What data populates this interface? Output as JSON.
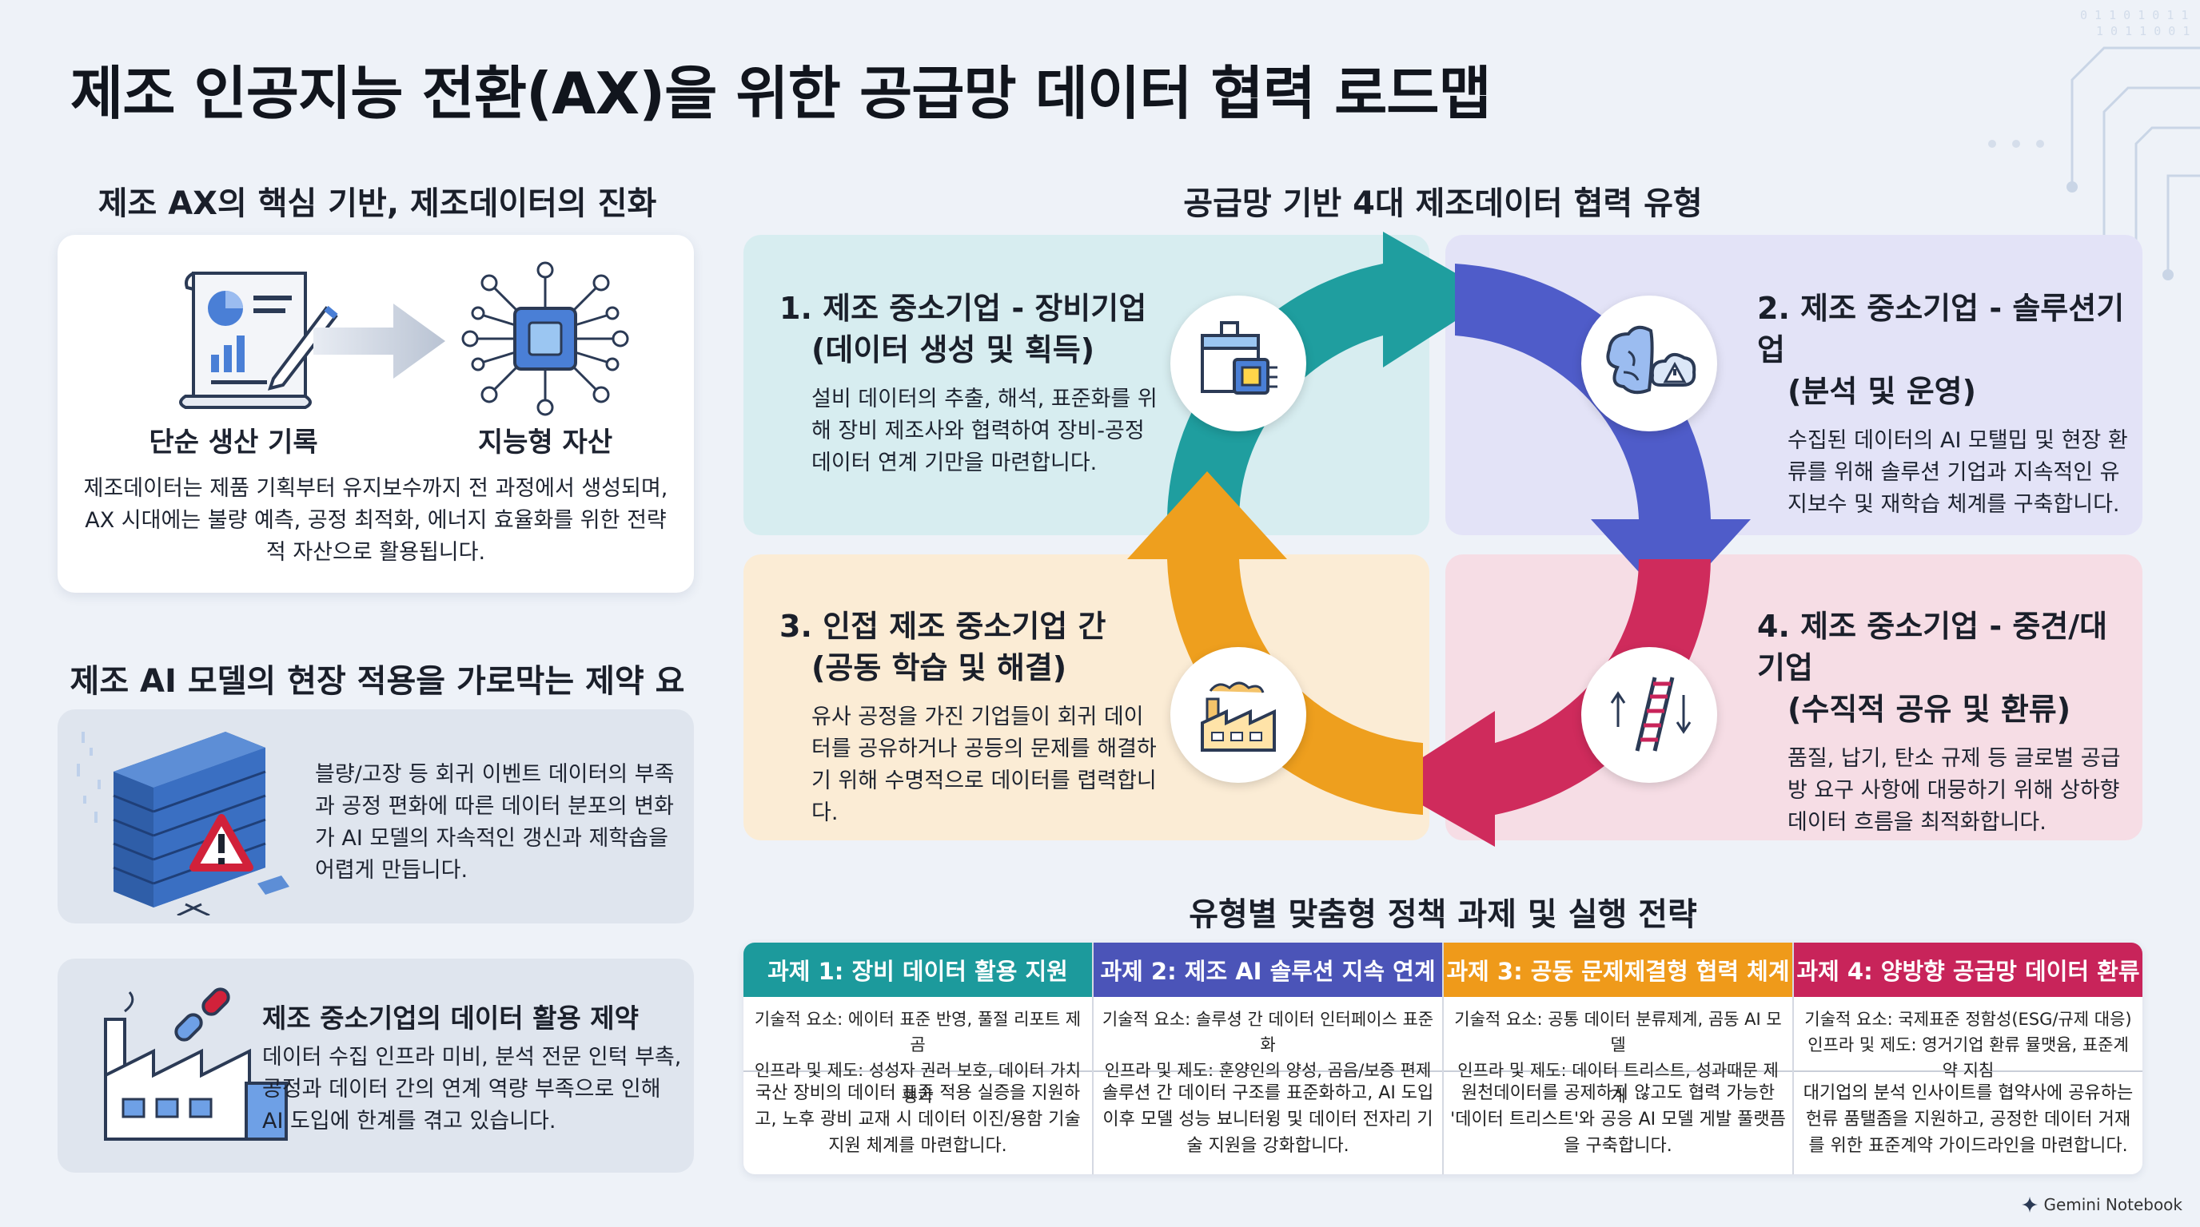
{
  "title": "제조 인공지능 전환(AX)을 위한 공급망 데이터 협력 로드맵",
  "left": {
    "evolution": {
      "heading": "제조 AX의 핵심 기반, 제조데이터의 진화",
      "from_label": "단순 생산 기록",
      "to_label": "지능형 자산",
      "description": "제조데이터는 제품 기획부터 유지보수까지 전 과정에서 생성되며, AX 시대에는 불량 예측, 공정 최적화, 에너지 효율화를 위한 전략적 자산으로 활용됩니다."
    },
    "constraints": {
      "heading": "제조 AI 모델의 현장 적용을 가로막는 제약 요인",
      "wall_text": "블량/고장 등 회귀 이벤트 데이터의 부족과 공정 편화에 따른 데이터 분포의 변화가 AI 모델의 자속적인 갱신과 제학솝을 어렵게 만듭니다.",
      "sme_title": "제조 중소기업의 데이터 활용 제약",
      "sme_text": "데이터 수집 인프라 미비, 분석 전문 인턱 부촉, 공정과 데이터 간의 연계 역량 부족으로 인해 AI 도입에 한계를 겪고 있습니다."
    }
  },
  "cycle": {
    "heading": "공급망 기반 4대 제조데이터 협력 유형",
    "types": [
      {
        "title": "1. 제조 중소기업 - 장비기업",
        "subtitle": "(데이터 생성 및 획득)",
        "desc": "설비 데이터의 추출, 해석, 표준화를 위해 장비 제조사와 협력하여 장비-공정 데이터 연계 기만을 마련합니다."
      },
      {
        "title": "2. 제조 중소기업 - 솔루션기업",
        "subtitle": "(분석 및 운영)",
        "desc": "수집된 데이터의 AI 모탤밉 및 현장 환류를 위해 솔루션 기업과 지속적인 유지보수 및 재학습 체계를 구축합니다."
      },
      {
        "title": "3. 인접 제조 중소기업 간",
        "subtitle": "(공동 학습 및 해결)",
        "desc": "유사 공정을 가진 기업들이 회귀 데이터를 공유하거나 공등의 문제를 해결하기 위해 수명적으로 데이터를 렵력합니다."
      },
      {
        "title": "4. 제조 중소기업 - 중견/대기업",
        "subtitle": "(수직적 공유 및 환류)",
        "desc": "품질, 납기, 탄소 규제 등 글로벌 공급방 요구 사항에 대뭉하기 위해 상하향 데이터 흐름을 최적화합니다."
      }
    ],
    "colors": {
      "teal": "#1f9e9f",
      "indigo": "#4f5cc9",
      "orange": "#ee9f1e",
      "crimson": "#cf2b5c"
    }
  },
  "policy": {
    "heading": "유형별 맞춤형 정책 과제 및 실행 전략",
    "tasks": [
      {
        "head": "과제 1: 장비 데이터 활용 지원",
        "req1": "기술적 요소: 에이터 표준 반영, 풀절 리포트 제곰",
        "req2": "인프라 및 제도: 성성자 권러 보호, 데이터 가치형가",
        "strategy": "국산 장비의 데이터 표준 적용 실증을 지원하고, 노후 광비 교재 시 데이터 이진/용함 기술 지원 체계를 마련합니다.",
        "color": "#1c9a9c"
      },
      {
        "head": "과제 2: 제조 AI 솔루션 지속 연계",
        "req1": "기술적 요소: 솔루셩 간 데이터 인터페이스 표준화",
        "req2": "인프라 및 제도: 훈양인의 양성, 곰음/보증 편제",
        "strategy": "솔루션 간 데이터 구조를 표준화하고, AI 도입 이후 모델 성능 뵤니터윙 및 데이터 전자리 기술 지원을 강화합니다.",
        "color": "#4b54b8"
      },
      {
        "head": "과제 3: 공동 문제제결형 협력 체계",
        "req1": "기술적 요소: 공통 데이터 분류제계, 곰동 AI 모델",
        "req2": "인프라 및 제도: 데이터 트리스트, 성과때문 제계",
        "strategy": "원천데이터를 공제하지 않고도 협력 가능한 '데이터 트리스트'와 공응 AI 모델 게발 풀랫픔을 구축합니다.",
        "color": "#ef9a1a"
      },
      {
        "head": "과제 4: 양방향 공급망 데이터 환류",
        "req1": "기술적 요소: 국제표준 정함성(ESG/규제 대응)",
        "req2": "인프라 및 제도: 영거기업 환류 뮬맷윰, 표준계약 지침",
        "strategy": "대기업의 분석 인사이트를 협약사에 공유하는 헌류 품탤좀을 지원하고, 공정한 데이터 거재를 위한 표준계약 가이드라인을 마련합니다.",
        "color": "#c8245a"
      }
    ]
  },
  "footer": {
    "brand": "Gemini Notebook"
  }
}
